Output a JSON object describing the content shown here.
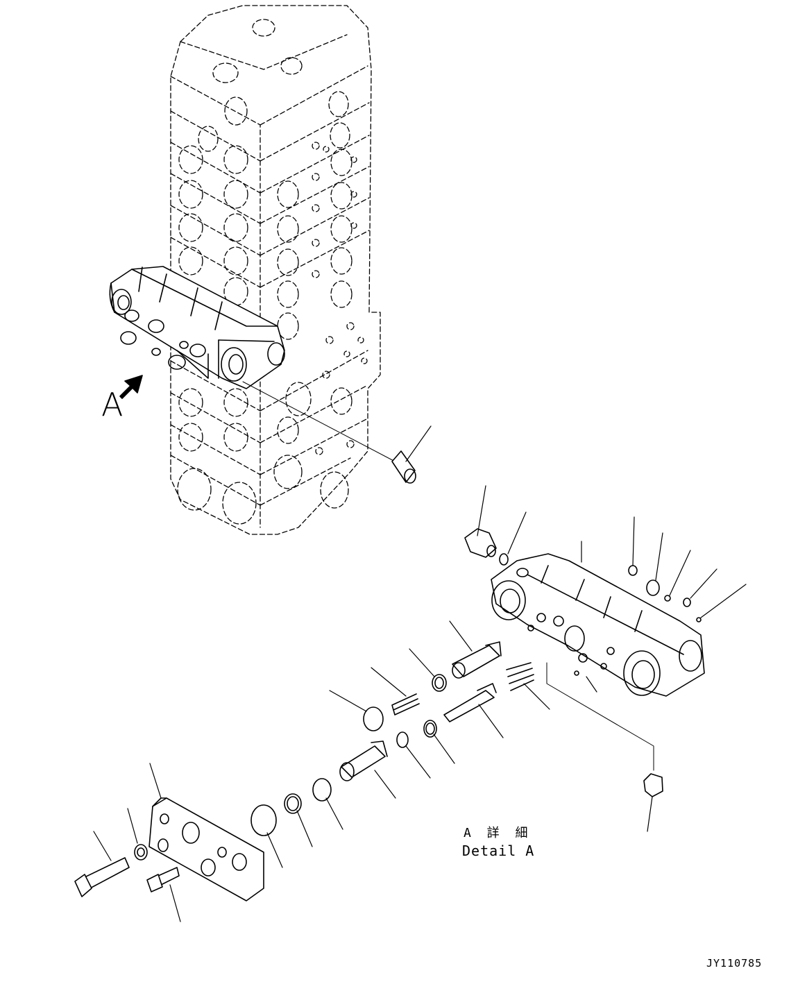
{
  "view_marker": {
    "letter": "A"
  },
  "detail_label": {
    "japanese": "A 詳 細",
    "english": "Detail A"
  },
  "drawing_code": "JY110785"
}
